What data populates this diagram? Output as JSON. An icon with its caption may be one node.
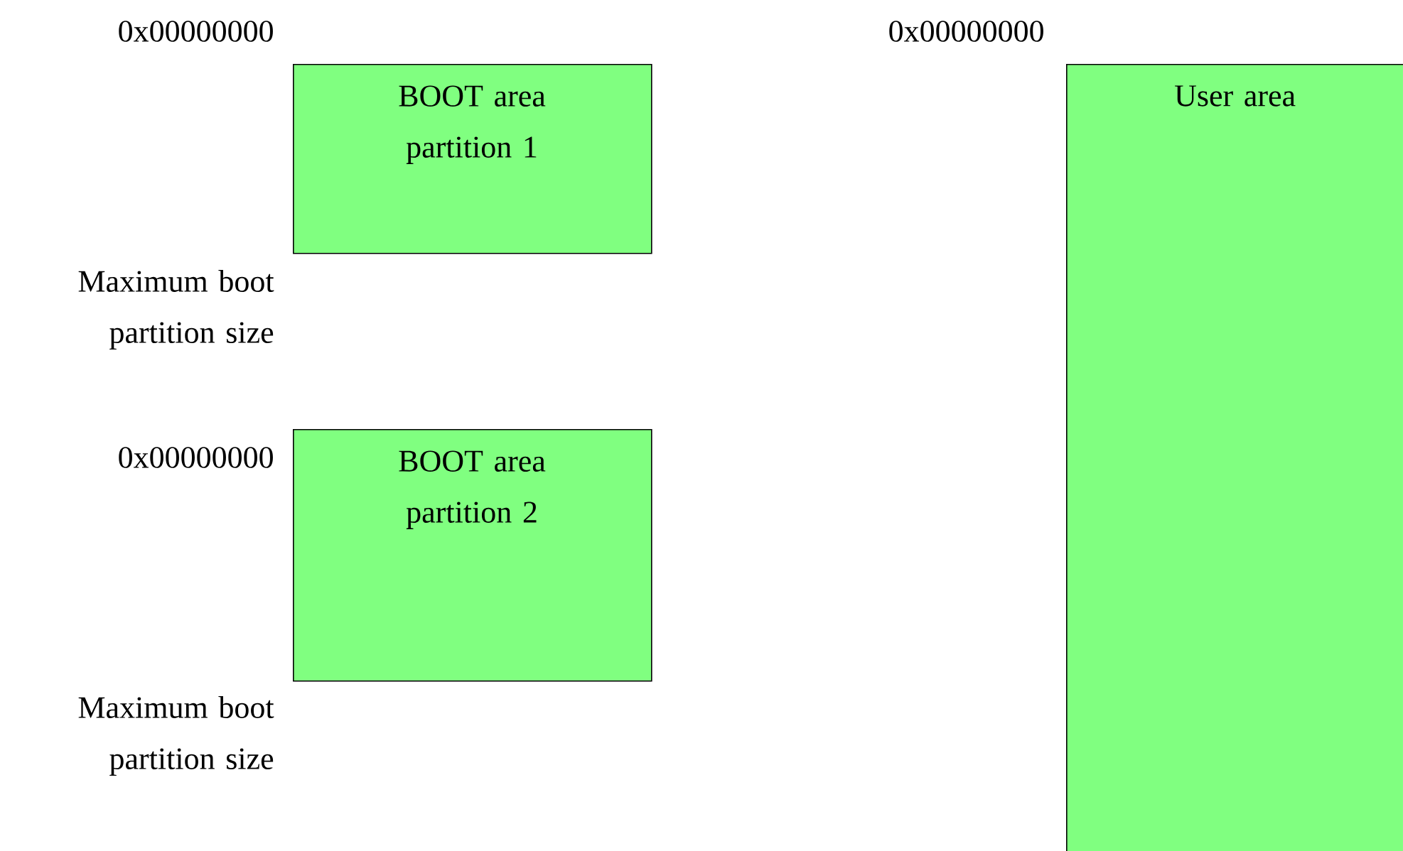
{
  "diagram": {
    "nodes": [
      {
        "text": [
          "BOOT area partition 1"
        ]
      },
      {
        "text": [
          "BOOT area partition 2"
        ]
      },
      {
        "text": [
          "User area"
        ]
      }
    ],
    "labels": [
      "0x00000000",
      "0x00000000",
      "Maximum boot partition size",
      "0x00000000",
      "Maximum boot partition size"
    ]
  }
}
